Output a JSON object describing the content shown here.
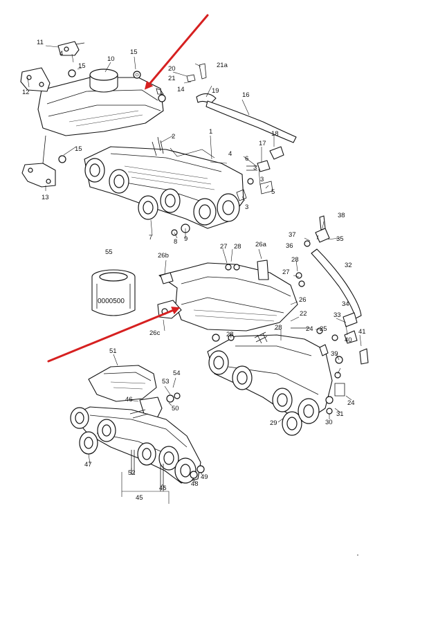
{
  "arrow_color": "#d62020",
  "diagram": {
    "filter_code": "0000500",
    "callouts_top": [
      "11",
      "4",
      "12",
      "10",
      "15",
      "15",
      "20",
      "21a",
      "21",
      "14",
      "19",
      "16",
      "15",
      "2",
      "1",
      "18",
      "17",
      "3",
      "6",
      "4",
      "5",
      "3",
      "3",
      "13",
      "7",
      "8",
      "9"
    ],
    "callouts_middle": [
      "55",
      "27",
      "28",
      "26a",
      "26b",
      "37",
      "38",
      "36",
      "35",
      "28",
      "27",
      "26",
      "32",
      "22",
      "26c",
      "28",
      "24",
      "28",
      "25",
      "33",
      "34",
      "40",
      "41",
      "39",
      "24",
      "29",
      "30",
      "31"
    ],
    "callouts_bottom": [
      "51",
      "54",
      "53",
      "46",
      "50",
      "47",
      "52",
      "49",
      "48",
      "46",
      "45"
    ]
  }
}
